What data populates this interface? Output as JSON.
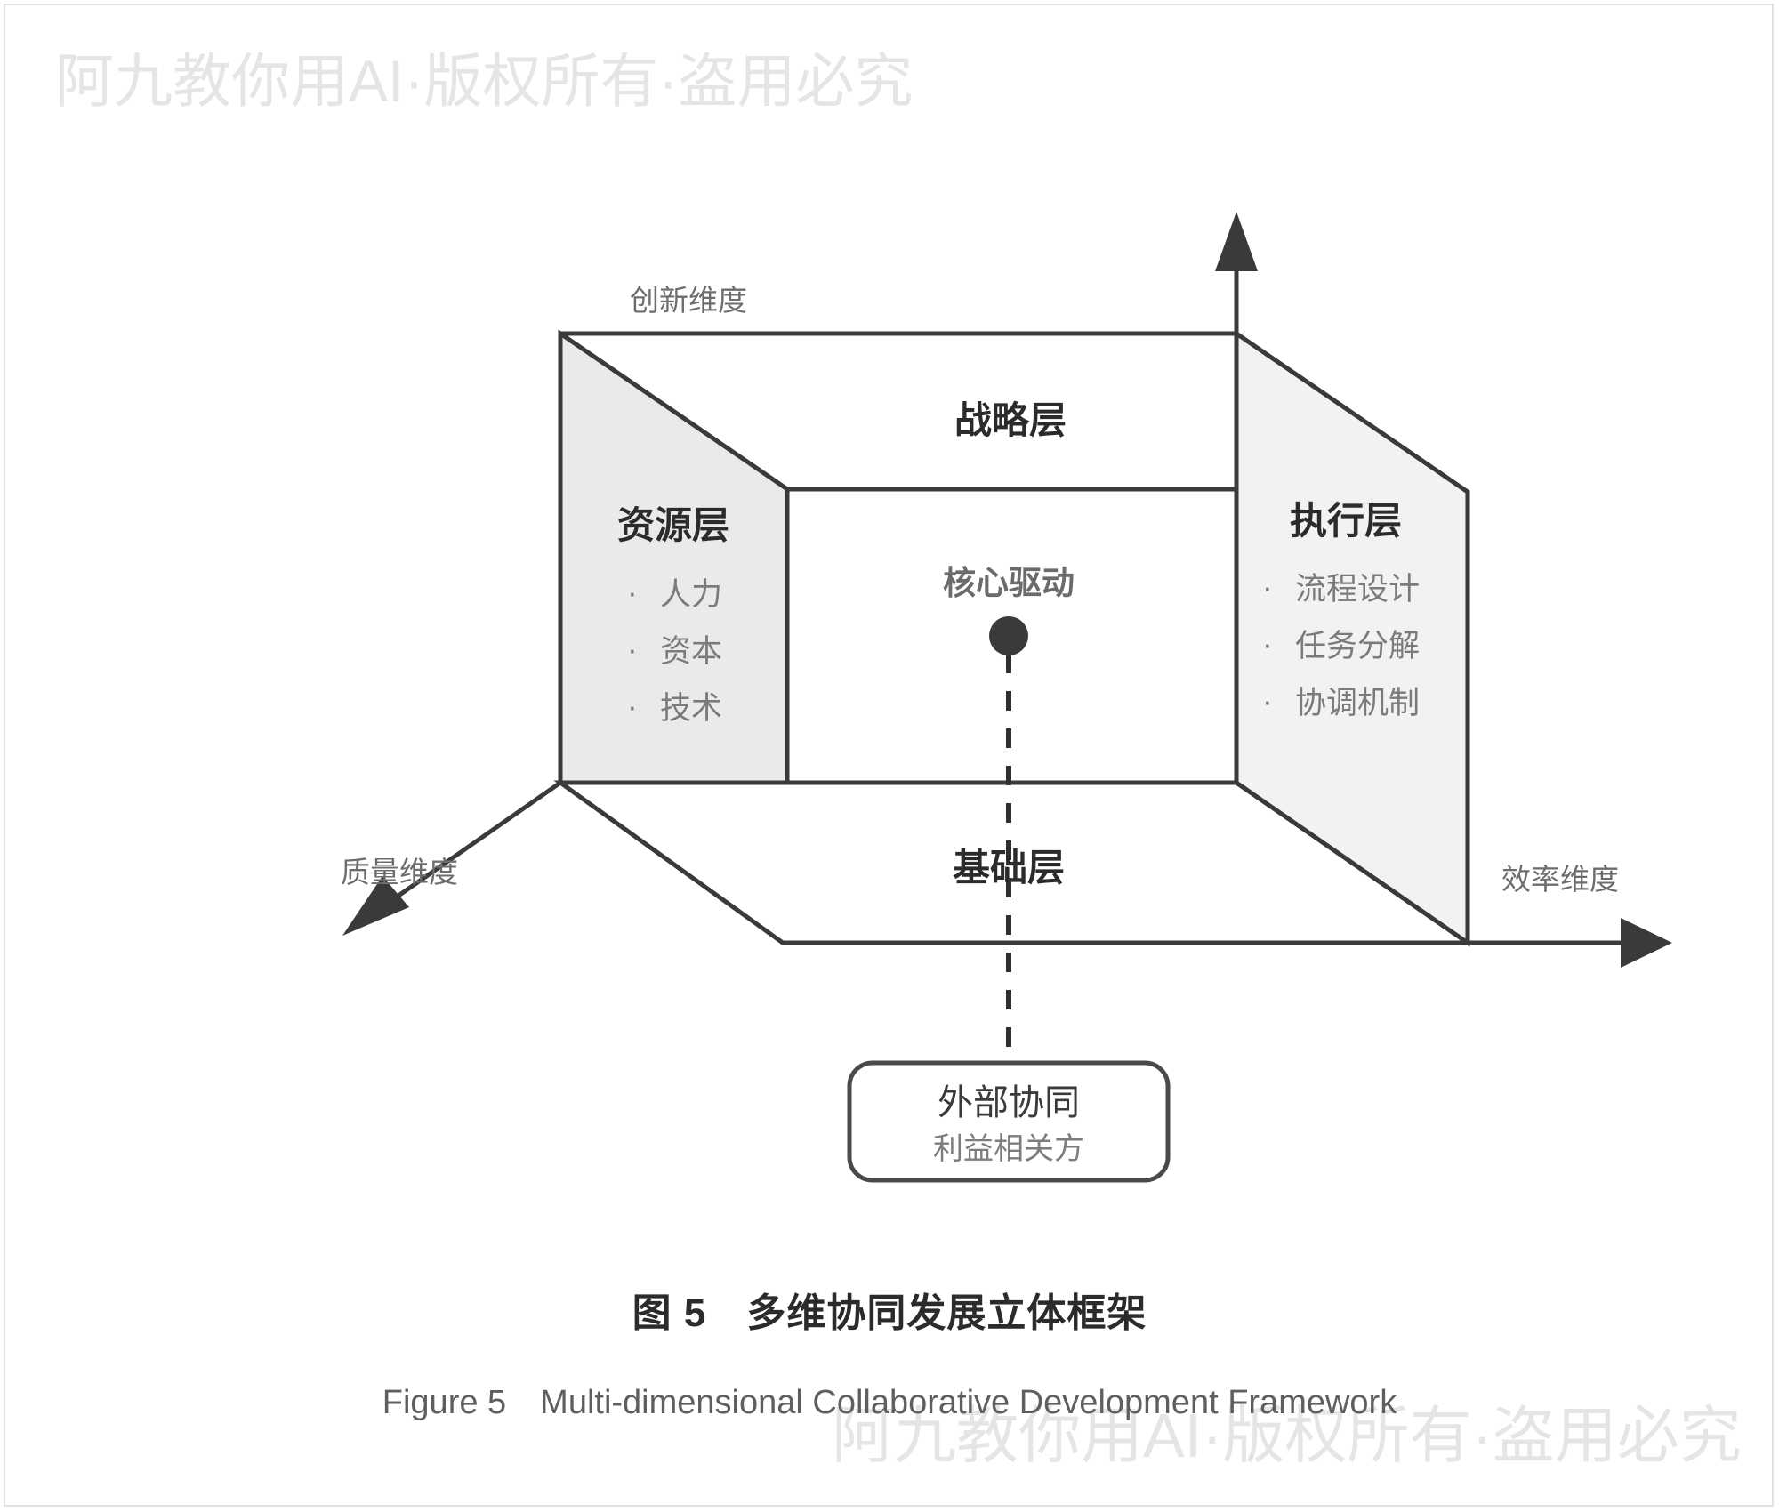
{
  "watermark": {
    "text": "阿九教你用AI·版权所有·盗用必究"
  },
  "diagram": {
    "axes": [
      {
        "name": "innovation",
        "label": "创新维度"
      },
      {
        "name": "quality",
        "label": "质量维度"
      },
      {
        "name": "efficiency",
        "label": "效率维度"
      }
    ],
    "layers": {
      "strategy": {
        "title": "战略层"
      },
      "resource": {
        "title": "资源层",
        "items": [
          "人力",
          "资本",
          "技术"
        ]
      },
      "execution": {
        "title": "执行层",
        "items": [
          "流程设计",
          "任务分解",
          "协调机制"
        ]
      },
      "foundation": {
        "title": "基础层"
      }
    },
    "core": {
      "label": "核心驱动"
    },
    "external_box": {
      "title": "外部协同",
      "subtitle": "利益相关方"
    },
    "bullet_glyph": "·"
  },
  "caption": {
    "cn": "图 5　多维协同发展立体框架",
    "en": "Figure 5　Multi-dimensional Collaborative Development Framework"
  },
  "colors": {
    "stroke": "#3a3a3a",
    "panel_left": "#eaeaea",
    "panel_right": "#f2f2f2",
    "muted_text": "#7b7b7b",
    "watermark": "#e4e5e7"
  }
}
